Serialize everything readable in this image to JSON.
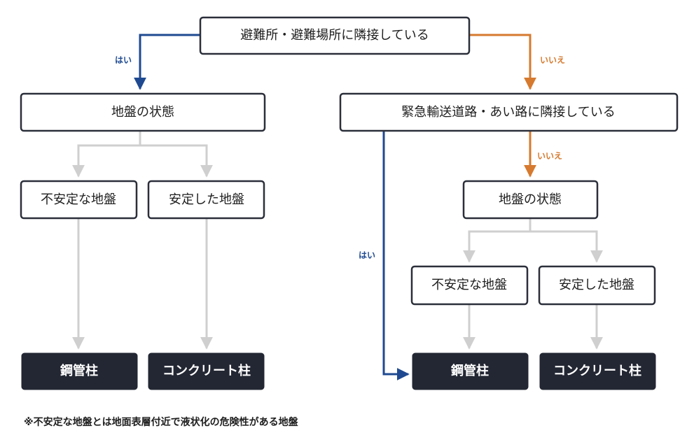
{
  "colors": {
    "yes": "#1f4a91",
    "no": "#d67a2f",
    "neutral": "#cfcfcf",
    "box_border": "#2b2f3a",
    "dark_fill": "#232733"
  },
  "nodes": {
    "root": "避難所・避難場所に隣接している",
    "left_ground_state": "地盤の状態",
    "right_adjacent": "緊急輸送道路・あい路に隣接している",
    "left_unstable": "不安定な地盤",
    "left_stable": "安定した地盤",
    "right_ground_state": "地盤の状態",
    "right_unstable": "不安定な地盤",
    "right_stable": "安定した地盤",
    "left_steel": "鋼管柱",
    "left_concrete": "コンクリート柱",
    "right_steel": "鋼管柱",
    "right_concrete": "コンクリート柱"
  },
  "edge_labels": {
    "root_yes": "はい",
    "root_no": "いいえ",
    "adjacent_no": "いいえ",
    "adjacent_yes": "はい"
  },
  "footnote": "※不安定な地盤とは地面表層付近で液状化の危険性がある地盤"
}
